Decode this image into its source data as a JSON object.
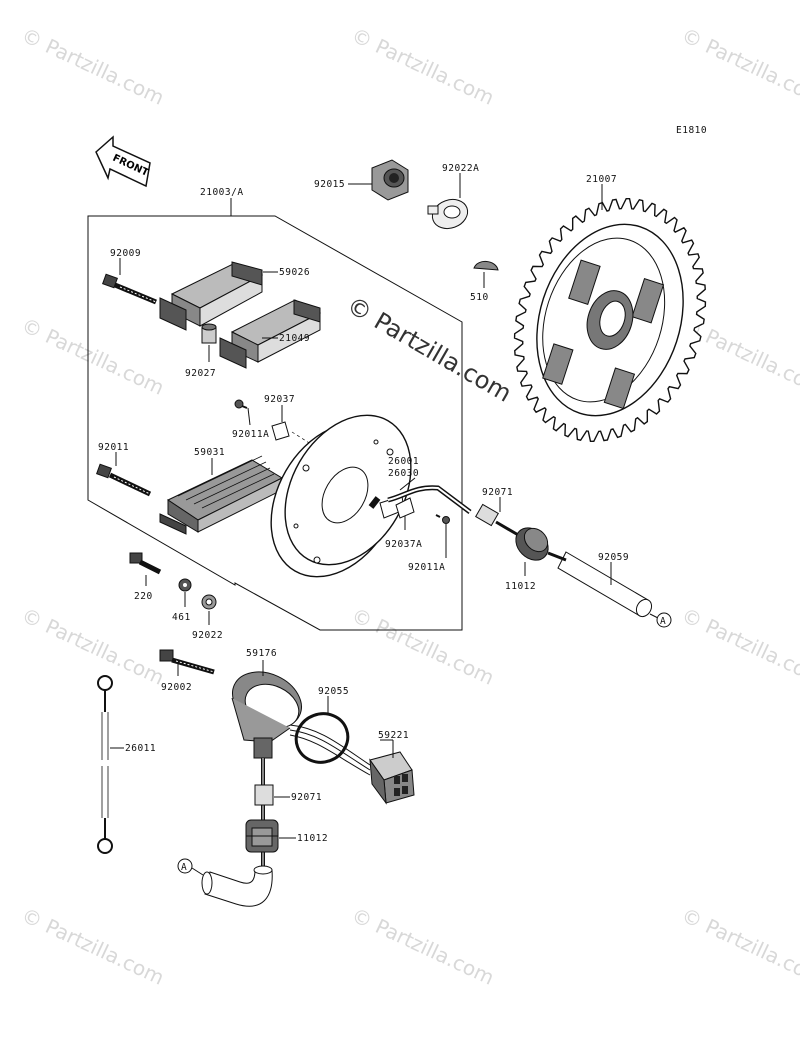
{
  "diagram_code": "E1810",
  "front_arrow": "FRONT",
  "watermark": "© Partzilla.com",
  "callouts": {
    "c21003": "21003/A",
    "c92009": "92009",
    "c59026": "59026",
    "c21049": "21049",
    "c92027": "92027",
    "c92037": "92037",
    "c92011A_top": "92011A",
    "c92011": "92011",
    "c59031": "59031",
    "c92037A": "92037A",
    "c92011A_bot": "92011A",
    "c26001": "26001",
    "c26030": "26030",
    "c92071_r": "92071",
    "c11012_r": "11012",
    "c92059": "92059",
    "c220": "220",
    "c461": "461",
    "c92022": "92022",
    "c92015": "92015",
    "c92022A": "92022A",
    "c510": "510",
    "c21007": "21007",
    "c59176": "59176",
    "c92002": "92002",
    "c92055": "92055",
    "c59221": "59221",
    "c26011": "26011",
    "c92071_b": "92071",
    "c11012_b": "11012",
    "refA_right": "A",
    "refA_left": "A"
  },
  "colors": {
    "ink": "#111111",
    "watermark": "#d8d8d8",
    "background": "#ffffff"
  }
}
